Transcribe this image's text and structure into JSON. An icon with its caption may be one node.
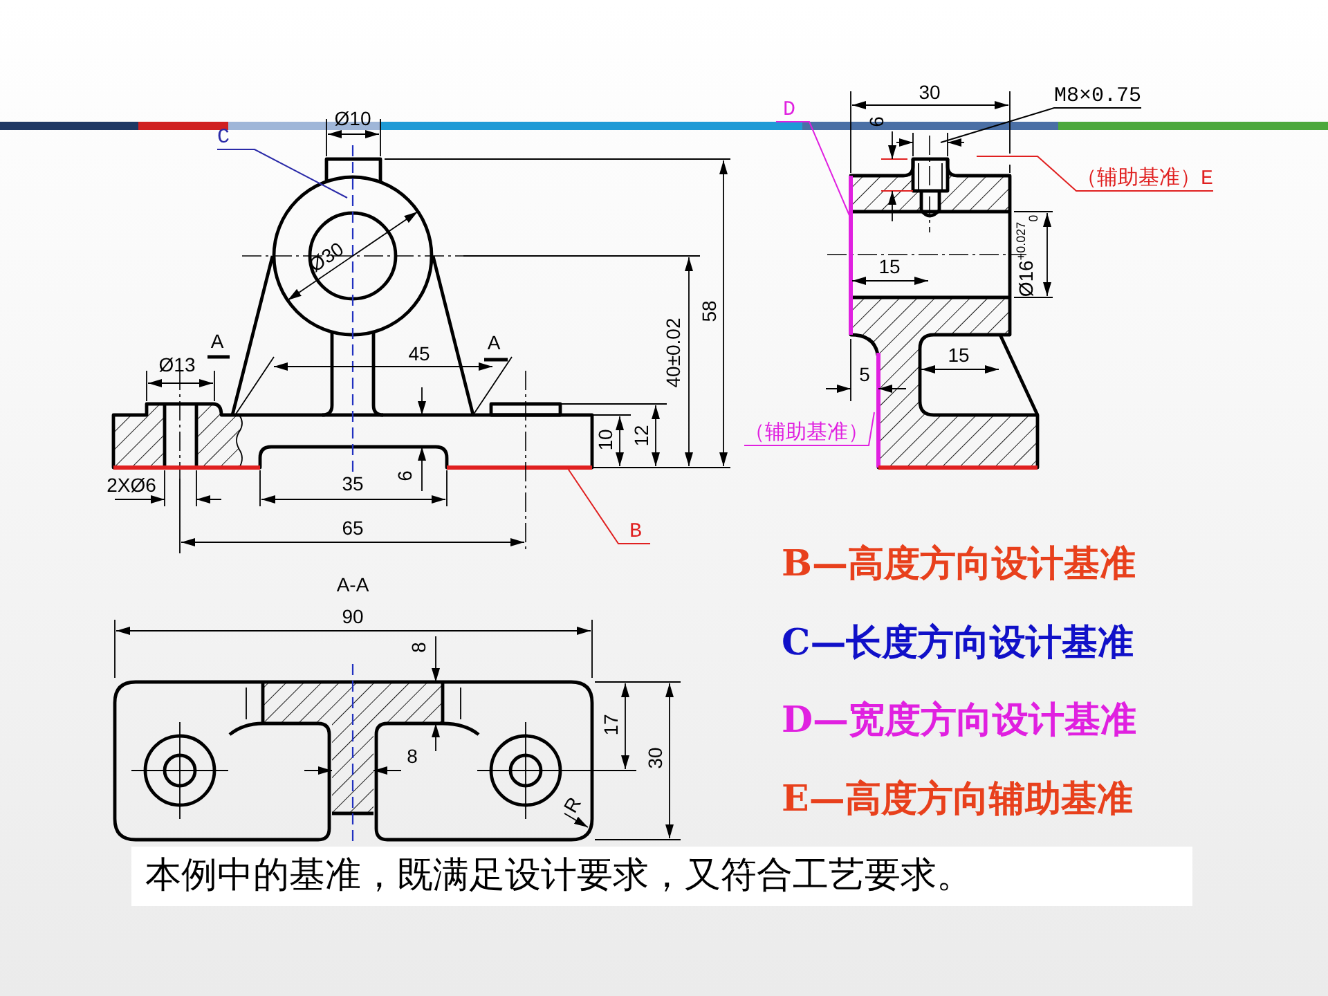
{
  "diagram": {
    "nodes": [
      {
        "text": [
          "C"
        ]
      },
      {
        "text": [
          "B"
        ]
      },
      {
        "text": [
          "D"
        ]
      },
      {
        "text": [
          "（辅助基准）E"
        ]
      },
      {
        "text": [
          "（辅助基准）"
        ]
      },
      {
        "text": [
          "M8×0.75"
        ]
      }
    ],
    "edges": [
      {
        "from": 0,
        "to": null,
        "arrow": "none",
        "color": "#2a2aa8"
      },
      {
        "from": 1,
        "to": null,
        "arrow": "none",
        "color": "#e02020"
      },
      {
        "from": 2,
        "to": null,
        "arrow": "none",
        "color": "#e020e0"
      },
      {
        "from": 3,
        "to": null,
        "arrow": "none",
        "color": "#e02020"
      },
      {
        "from": 4,
        "to": null,
        "arrow": "none",
        "color": "#e020e0"
      },
      {
        "from": 5,
        "to": null,
        "arrow": "none",
        "color": "#000000"
      }
    ],
    "labels": [
      "Ø10",
      "A",
      "A",
      "Ø30",
      "Ø13",
      "45",
      "40±0.02",
      "58",
      "10",
      "12",
      "2XØ6",
      "35",
      "6",
      "65",
      "30",
      "6",
      "15",
      "Ø16$^{+0.027}$$_{0}$",
      "15",
      "5",
      "A-A",
      "90",
      "8",
      "17",
      "30",
      "8",
      "R",
      "B—高度方向设计基准",
      "C—长度方向设计基准",
      "D—宽度方向设计基准",
      "E—高度方向辅助基准",
      "本例中的基准，既满足设计要求，又符合工艺要求。"
    ]
  }
}
